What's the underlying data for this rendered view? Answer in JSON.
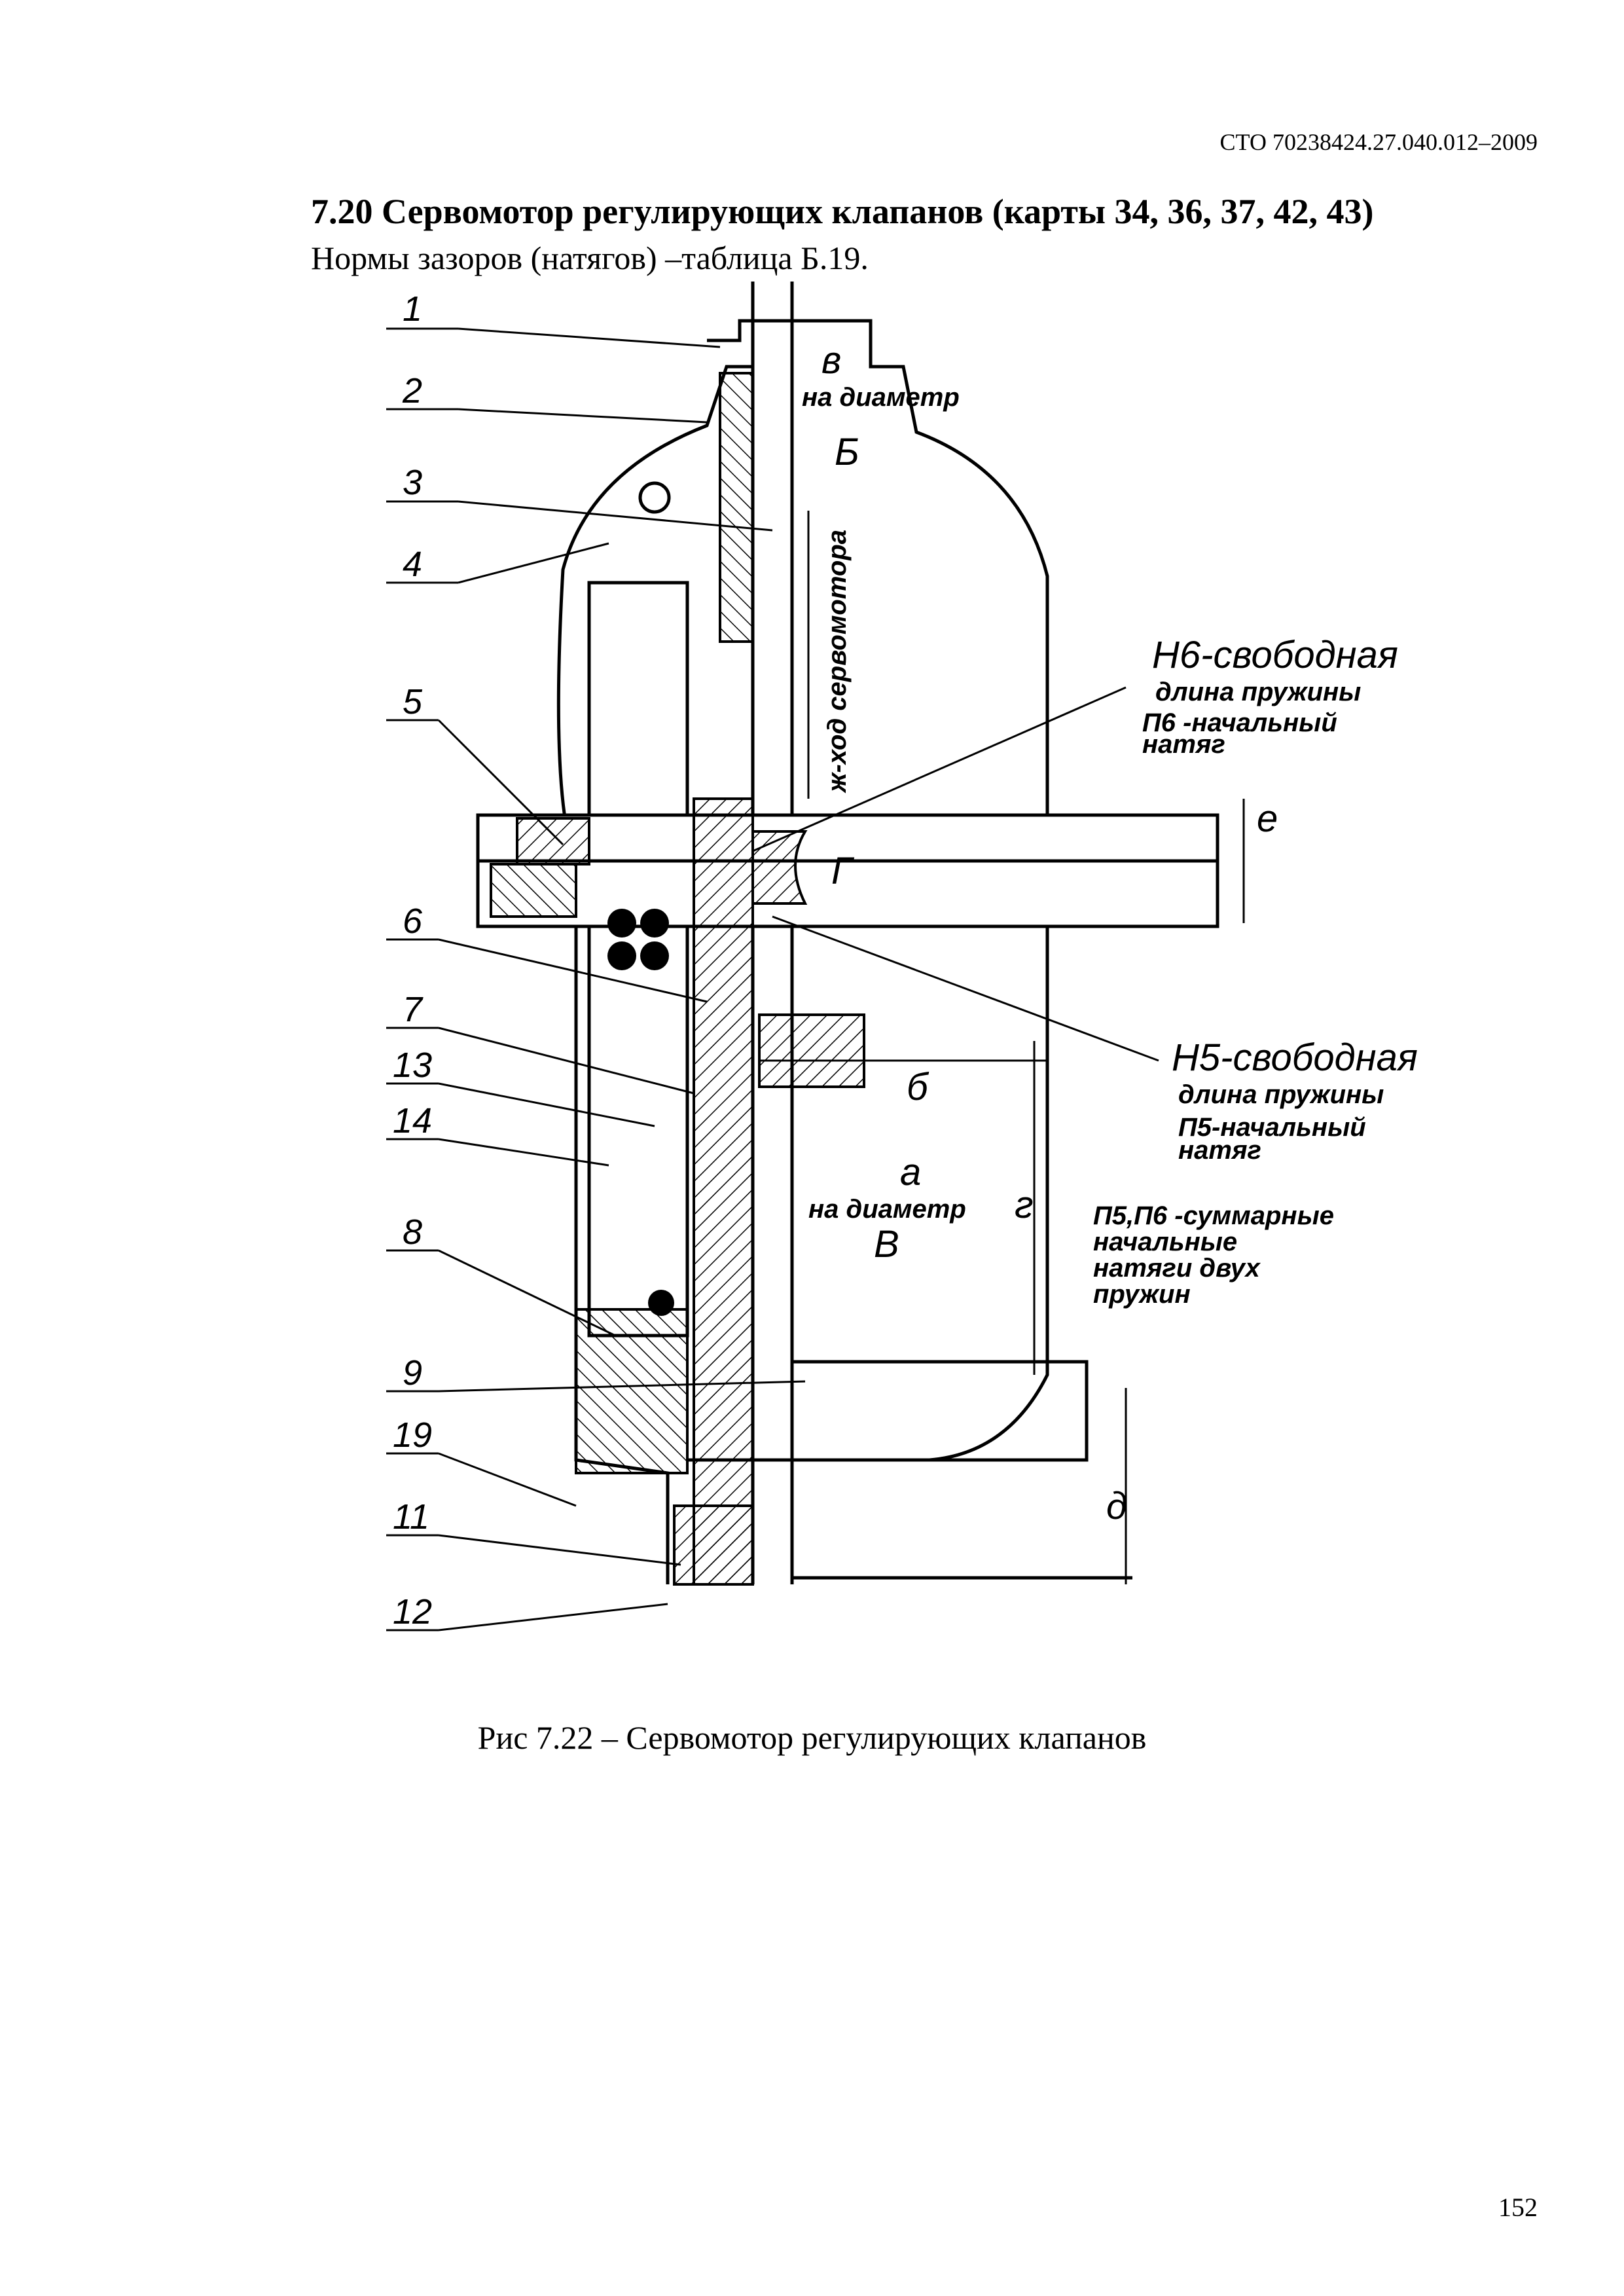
{
  "header": {
    "doc_code": "СТО 70238424.27.040.012–2009"
  },
  "section": {
    "title": "7.20 Сервомотор регулирующих клапанов (карты 34, 36, 37, 42, 43)",
    "subtitle": "Нормы зазоров (натягов) –таблица Б.19."
  },
  "figure": {
    "caption": "Рис 7.22 – Сервомотор регулирующих клапанов",
    "callouts": [
      "1",
      "2",
      "3",
      "4",
      "5",
      "6",
      "7",
      "13",
      "14",
      "8",
      "9",
      "19",
      "11",
      "12"
    ],
    "labels": {
      "v": "в",
      "na_diametr_top": "на диаметр",
      "B_cap": "Б",
      "stroke": "ж-ход сервомотора",
      "H6": "Н6-свободная",
      "H6_line2": "длина пружины",
      "P6": "П6 -начальный",
      "P6_line2": "натяг",
      "e": "е",
      "G_cap": "Г",
      "H5": "Н5-свободная",
      "H5_line2": "длина пружины",
      "P5": "П5-начальный",
      "P5_line2": "натяг",
      "b_small": "б",
      "a": "а",
      "na_diametr_mid": "на диаметр",
      "V_cap": "В",
      "g": "г",
      "sum_1": "П5,П6 -суммарные",
      "sum_2": "начальные",
      "sum_3": "натяги двух",
      "sum_4": "пружин",
      "d": "д"
    }
  },
  "page_number": "152"
}
